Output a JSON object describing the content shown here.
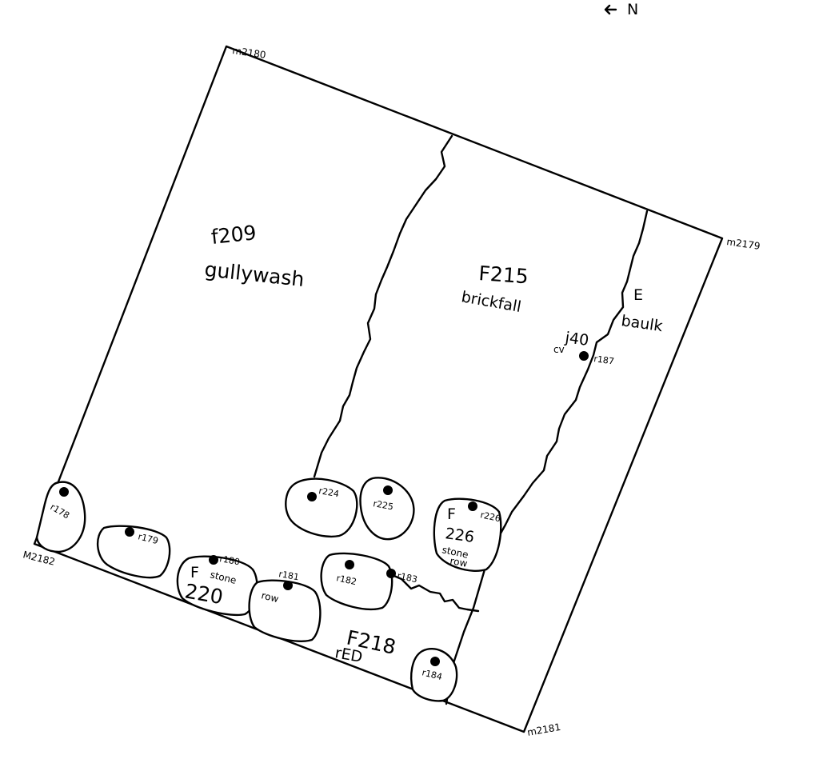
{
  "north_arrow": {
    "label": "N"
  },
  "corners": {
    "nw": "m2180",
    "ne": "m2179",
    "sw": "M2182",
    "se": "m2181"
  },
  "features": {
    "f209": {
      "code": "f209",
      "desc": "gullywash"
    },
    "f215": {
      "code": "F215",
      "desc": "brickfall"
    },
    "baulk": {
      "code": "E",
      "desc": "baulk"
    },
    "f218": {
      "code": "F218",
      "desc": "rED"
    },
    "f220": {
      "prefix": "F",
      "word": "stone",
      "code": "220",
      "word2": "row"
    },
    "f226": {
      "prefix": "F",
      "code": "226",
      "word": "stone",
      "word2": "row"
    }
  },
  "cv_label": {
    "top": "j40",
    "side": "cv"
  },
  "points": {
    "r178": "r178",
    "r179": "r179",
    "r180": "r180",
    "r181": "r181",
    "r182": "r182",
    "r183": "r183",
    "r184": "r184",
    "r187": "r187",
    "r224": "r224",
    "r225": "r225",
    "r226": "r226"
  }
}
